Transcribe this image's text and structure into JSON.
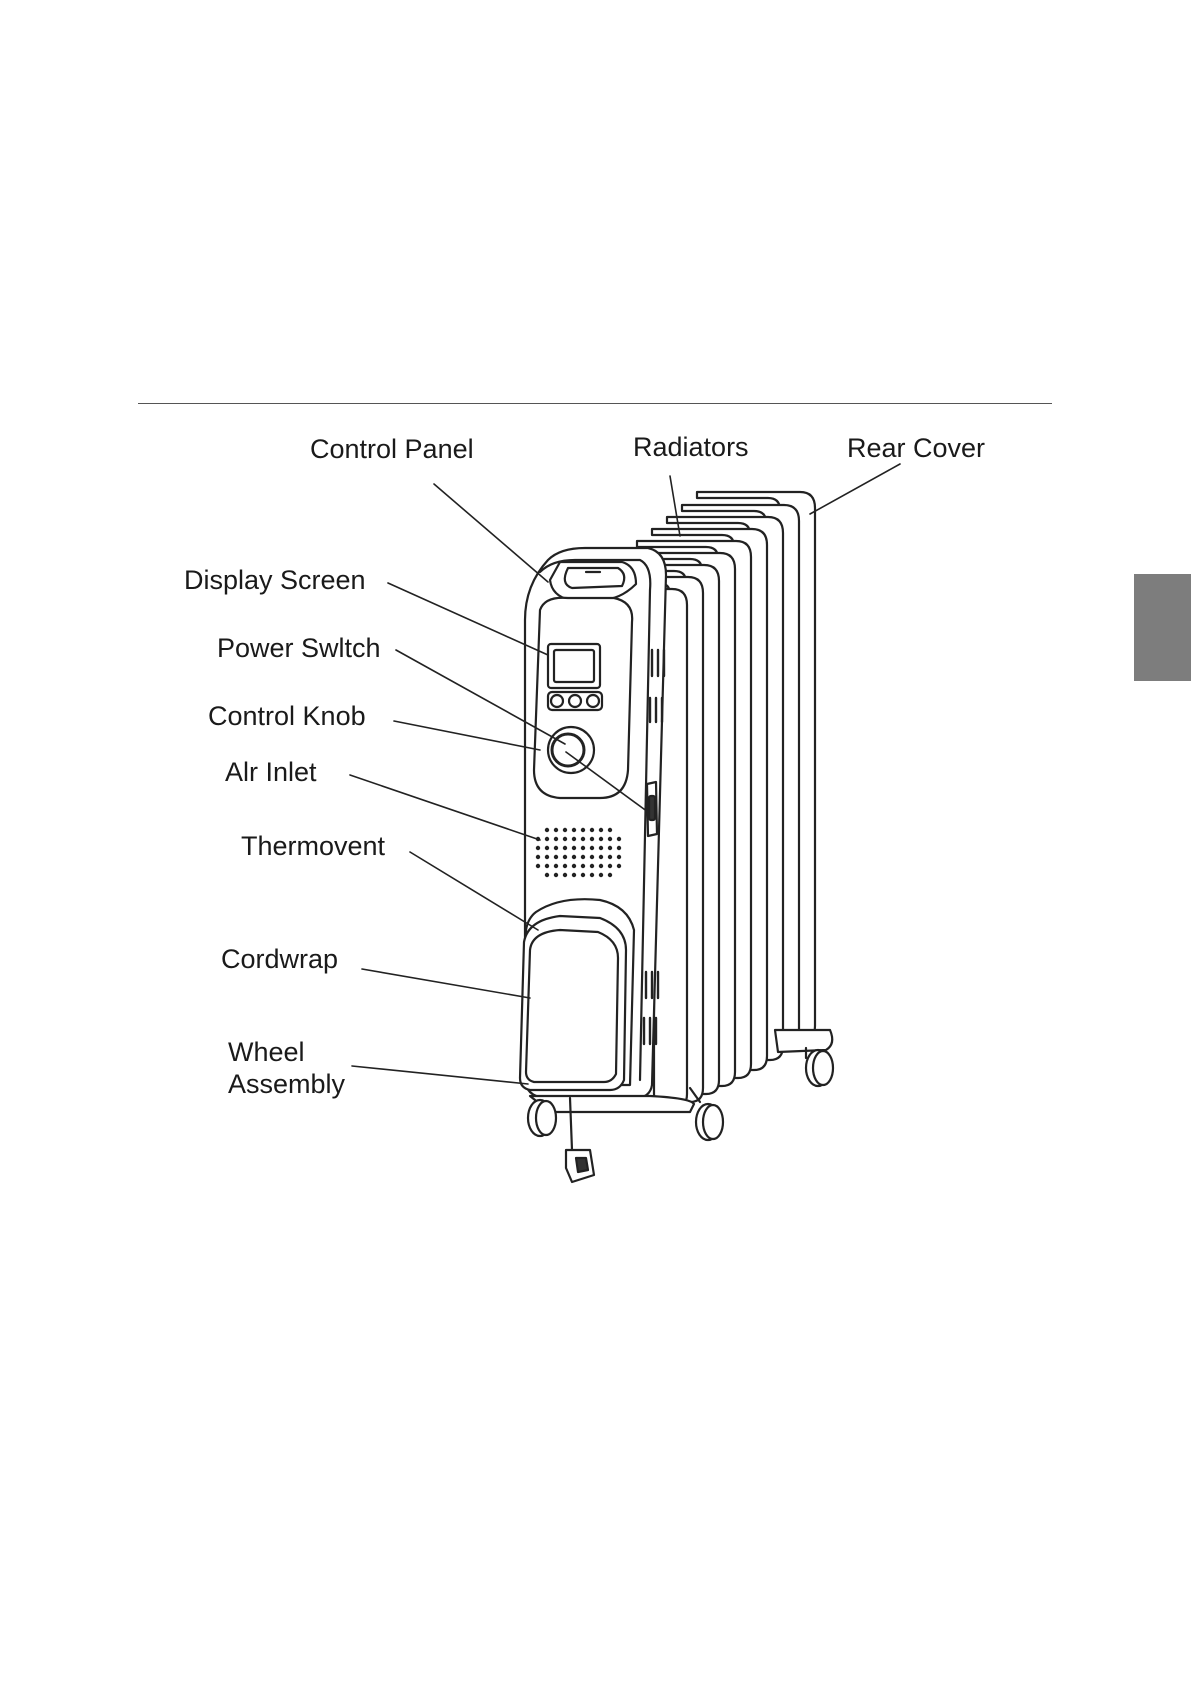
{
  "labels": {
    "control_panel": "Control Panel",
    "radiators": "Radiators",
    "rear_cover": "Rear Cover",
    "display_screen": "Display Screen",
    "power_switch": "Power Swltch",
    "control_knob": "Control Knob",
    "air_inlet": "Alr Inlet",
    "thermovent": "Thermovent",
    "cordwrap": "Cordwrap",
    "wheel_line1": "Wheel",
    "wheel_line2": "Assembly"
  },
  "colors": {
    "tab": "#7d7d7d",
    "line": "#222222"
  }
}
